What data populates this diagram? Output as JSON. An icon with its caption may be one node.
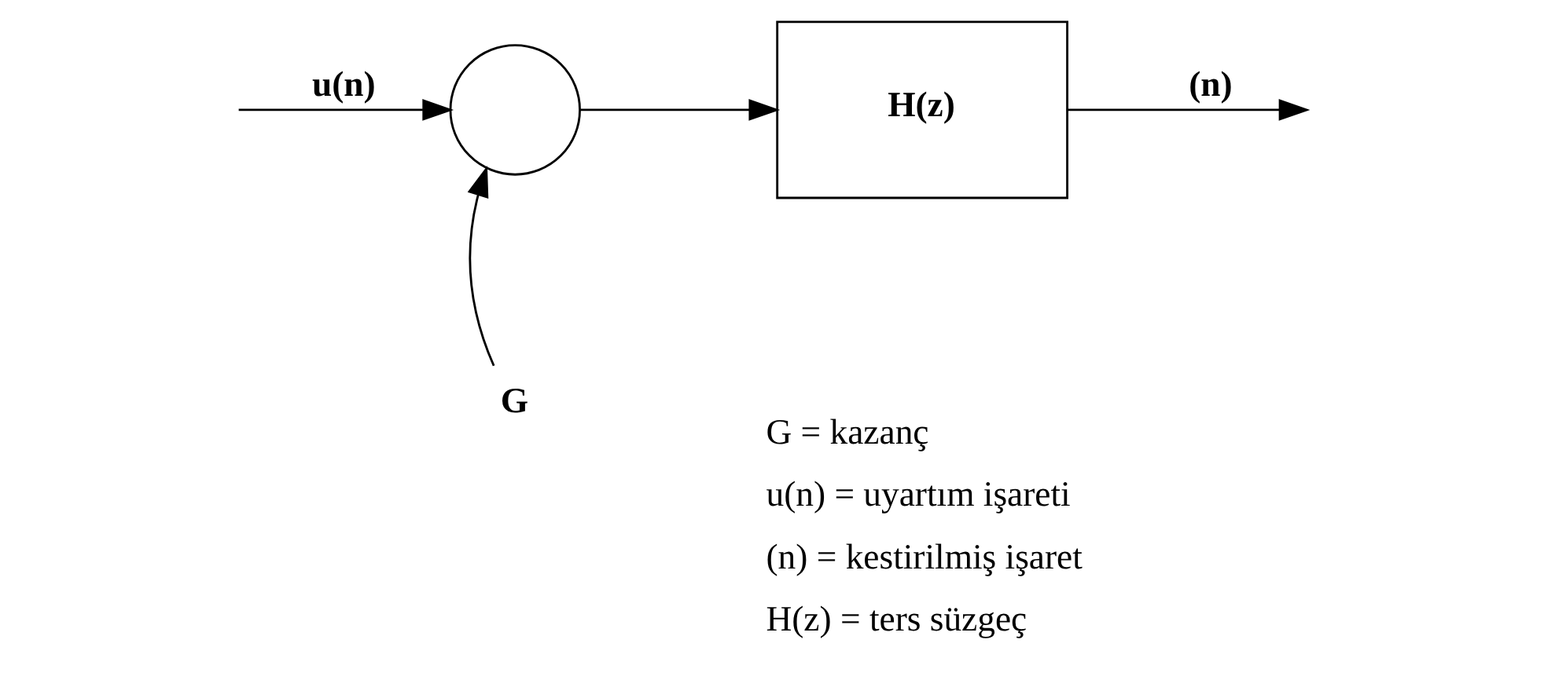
{
  "diagram": {
    "nodes": [
      {
        "text": [],
        "shape": "circle"
      },
      {
        "text": [
          "H(z)"
        ]
      },
      {
        "text": [
          "G"
        ]
      }
    ],
    "edges": [
      {
        "from": null,
        "to": 0,
        "arrow": "to",
        "label": "u(n)"
      },
      {
        "from": 2,
        "to": 0,
        "arrow": "to"
      },
      {
        "from": 0,
        "to": 1,
        "arrow": "to"
      },
      {
        "from": 1,
        "to": null,
        "arrow": "to",
        "label": "(n)"
      }
    ],
    "labels": [
      "G = kazanç",
      "u(n) = uyartım işareti",
      "(n) = kestirilmiş işaret",
      "H(z) = ters süzgeç"
    ]
  }
}
